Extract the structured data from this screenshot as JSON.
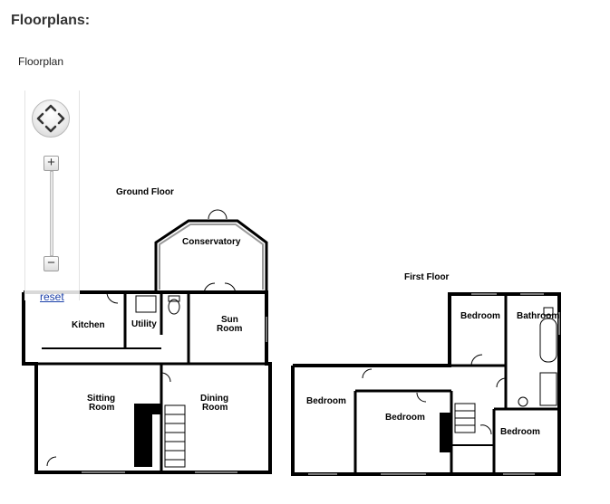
{
  "section": {
    "title": "Floorplans:",
    "subtitle": "Floorplan"
  },
  "controls": {
    "zoom_in": "+",
    "zoom_out": "−",
    "reset": "reset"
  },
  "ground_floor": {
    "title": "Ground Floor",
    "rooms": {
      "conservatory": "Conservatory",
      "kitchen": "Kitchen",
      "utility": "Utility",
      "sun_room_1": "Sun",
      "sun_room_2": "Room",
      "sitting_room_1": "Sitting",
      "sitting_room_2": "Room",
      "dining_room_1": "Dining",
      "dining_room_2": "Room"
    }
  },
  "first_floor": {
    "title": "First Floor",
    "rooms": {
      "bedroom_top": "Bedroom",
      "bathroom": "Bathroom",
      "bedroom_left": "Bedroom",
      "bedroom_middle": "Bedroom",
      "bedroom_right": "Bedroom"
    }
  }
}
